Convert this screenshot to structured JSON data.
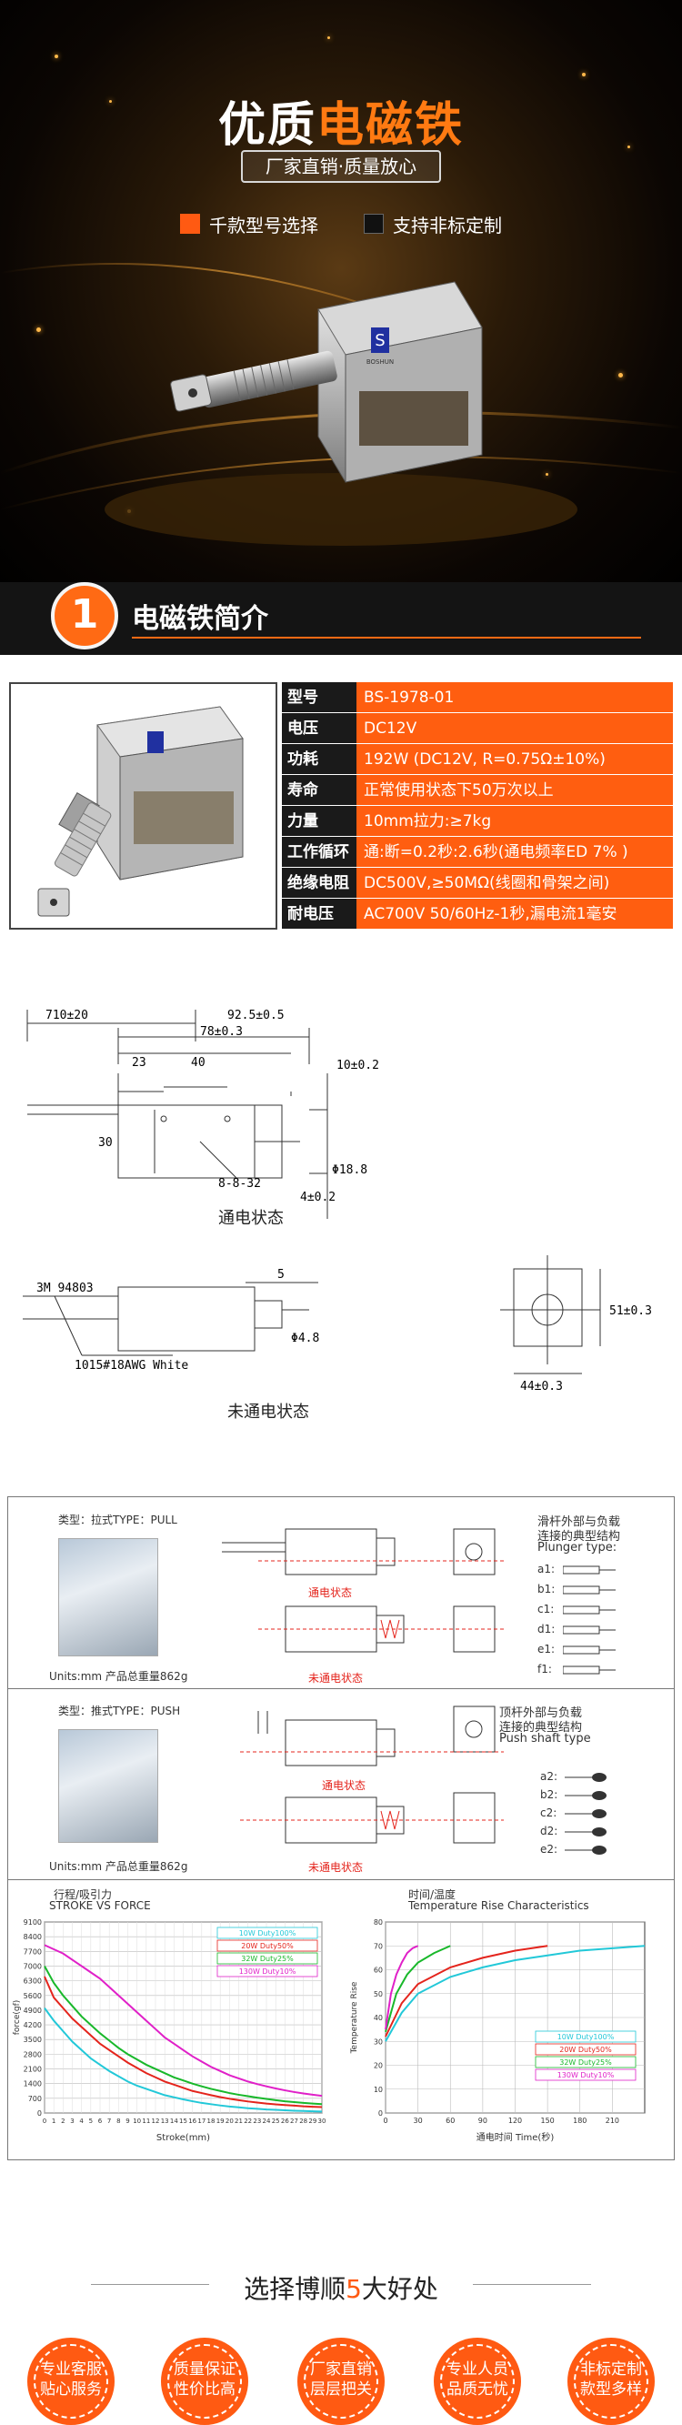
{
  "hero": {
    "title_white": "优质",
    "title_orange": "电磁铁",
    "subtitle": "厂家直销·质量放心",
    "feature_1": "千款型号选择",
    "feature_2": "支持非标定制",
    "brand_mark": "BOSHUN",
    "colors": {
      "accent": "#ff5e10",
      "dark": "#141414"
    }
  },
  "intro": {
    "number": "1",
    "title": "电磁铁简介"
  },
  "specs": [
    {
      "key": "型号",
      "value": "BS-1978-01"
    },
    {
      "key": "电压",
      "value": "DC12V"
    },
    {
      "key": "功耗",
      "value": "192W (DC12V, R=0.75Ω±10%)"
    },
    {
      "key": "寿命",
      "value": "正常使用状态下50万次以上"
    },
    {
      "key": "力量",
      "value": "10mm拉力:≥7kg"
    },
    {
      "key": "工作循环",
      "value": "通:断=0.2秒:2.6秒(通电频率ED 7% )"
    },
    {
      "key": "绝缘电阻",
      "value": "DC500V,≥50MΩ(线圈和骨架之间)"
    },
    {
      "key": "耐电压",
      "value": "AC700V 50/60Hz-1秒,漏电流1毫安"
    }
  ],
  "drawing": {
    "dim_710": "710±20",
    "dim_925": "92.5±0.5",
    "dim_78": "78±0.3",
    "dim_23": "23",
    "dim_40": "40",
    "dim_10": "10±0.2",
    "dim_30": "30",
    "dim_m8": "8-8-32",
    "dim_4": "4±0.2",
    "dim_188": "Φ18.8",
    "caption_on": "通电状态",
    "label_3m": "3M 94803",
    "dim_5": "5",
    "dim_48": "Φ4.8",
    "dim_51": "51±0.3",
    "dim_44": "44±0.3",
    "wire_label": "1015#18AWG White",
    "caption_off": "未通电状态"
  },
  "sheet": {
    "pull_type": "类型：拉式TYPE：PULL",
    "push_type": "类型：推式TYPE：PUSH",
    "units_1": "Units:mm  产品总重量862g",
    "units_2": "Units:mm  产品总重量862g",
    "on_state_1": "通电状态",
    "off_state_1": "未通电状态",
    "on_state_2": "通电状态",
    "off_state_2": "未通电状态",
    "plunger_title_cn": "滑杆外部与负载",
    "plunger_title_cn2": "连接的典型结构",
    "plunger_title_en": "Plunger type:",
    "plunger_types": [
      "a1:",
      "b1:",
      "c1:",
      "d1:",
      "e1:",
      "f1:"
    ],
    "push_title_cn": "顶杆外部与负载",
    "push_title_cn2": "连接的典型结构",
    "push_title_en": "Push shaft type",
    "push_types": [
      "a2:",
      "b2:",
      "c2:",
      "d2:",
      "e2:"
    ],
    "force_title_cn": "行程/吸引力",
    "force_title_en": "STROKE VS FORCE",
    "force_ylabel": "force(gf)",
    "force_xlabel": "Stroke(mm)",
    "temp_title_cn": "时间/温度",
    "temp_title_en": "Temperature Rise Characteristics",
    "temp_ylabel": "Temperature Rise",
    "temp_xlabel": "通电时间  Time(秒)",
    "legend": [
      "10W Duty100%",
      "20W Duty50%",
      "32W Duty25%",
      "130W Duty10%"
    ]
  },
  "chart_data": [
    {
      "type": "line",
      "title": "STROKE VS FORCE",
      "xlabel": "Stroke(mm)",
      "ylabel": "force(gf)",
      "x": [
        0,
        1,
        2,
        3,
        4,
        5,
        6,
        7,
        8,
        9,
        10,
        11,
        12,
        13,
        14,
        15,
        16,
        17,
        18,
        19,
        20,
        21,
        22,
        23,
        24,
        25,
        26,
        27,
        28,
        29,
        30
      ],
      "y_ticks": [
        9100,
        8400,
        7700,
        7000,
        6300,
        5600,
        4900,
        4200,
        3500,
        2800,
        2100,
        1400,
        700,
        0
      ],
      "ylim": [
        0,
        9100
      ],
      "xlim": [
        0,
        30
      ],
      "grid": true,
      "series": [
        {
          "name": "10W Duty100%",
          "color": "#22c8d8",
          "values": [
            5000,
            4400,
            3900,
            3400,
            3000,
            2600,
            2300,
            2000,
            1750,
            1500,
            1300,
            1150,
            1000,
            850,
            750,
            650,
            560,
            480,
            420,
            360,
            310,
            270,
            230,
            200,
            170,
            150,
            130,
            110,
            95,
            80,
            70
          ]
        },
        {
          "name": "20W Duty50%",
          "color": "#e4241c",
          "values": [
            6500,
            5500,
            5000,
            4500,
            4100,
            3700,
            3300,
            3000,
            2700,
            2400,
            2150,
            1900,
            1700,
            1500,
            1350,
            1200,
            1050,
            950,
            850,
            760,
            680,
            610,
            550,
            500,
            450,
            410,
            380,
            350,
            320,
            300,
            280
          ]
        },
        {
          "name": "32W Duty25%",
          "color": "#18b82a",
          "values": [
            7000,
            6200,
            5600,
            5100,
            4600,
            4200,
            3800,
            3450,
            3100,
            2800,
            2550,
            2300,
            2100,
            1900,
            1700,
            1550,
            1400,
            1270,
            1150,
            1050,
            950,
            870,
            800,
            730,
            670,
            610,
            560,
            520,
            480,
            450,
            420
          ]
        },
        {
          "name": "130W Duty10%",
          "color": "#e020c8",
          "values": [
            8000,
            7800,
            7600,
            7300,
            7000,
            6700,
            6400,
            6000,
            5600,
            5200,
            4800,
            4400,
            4000,
            3600,
            3300,
            3000,
            2700,
            2450,
            2200,
            2000,
            1800,
            1650,
            1500,
            1380,
            1270,
            1170,
            1080,
            1000,
            930,
            870,
            820
          ]
        }
      ]
    },
    {
      "type": "line",
      "title": "Temperature Rise Characteristics",
      "xlabel": "通电时间  Time(秒)",
      "ylabel": "Temperature Rise",
      "x_ticks": [
        0,
        30,
        60,
        90,
        120,
        150,
        180,
        210
      ],
      "y_ticks": [
        80,
        70,
        60,
        50,
        40,
        30,
        20,
        10,
        0
      ],
      "xlim": [
        0,
        240
      ],
      "ylim": [
        0,
        80
      ],
      "grid": true,
      "series": [
        {
          "name": "10W Duty100%",
          "color": "#22c8d8",
          "x": [
            0,
            15,
            30,
            60,
            90,
            120,
            150,
            180,
            210,
            240
          ],
          "values": [
            30,
            42,
            50,
            57,
            61,
            64,
            66,
            68,
            69,
            70
          ]
        },
        {
          "name": "20W Duty50%",
          "color": "#e4241c",
          "x": [
            0,
            15,
            30,
            60,
            90,
            120,
            150
          ],
          "values": [
            32,
            46,
            54,
            61,
            65,
            68,
            70
          ]
        },
        {
          "name": "32W Duty25%",
          "color": "#18b82a",
          "x": [
            0,
            10,
            20,
            30,
            45,
            60
          ],
          "values": [
            34,
            50,
            58,
            63,
            67,
            70
          ]
        },
        {
          "name": "130W Duty10%",
          "color": "#e020c8",
          "x": [
            0,
            5,
            10,
            15,
            20,
            25,
            30
          ],
          "values": [
            35,
            50,
            58,
            63,
            67,
            69,
            70
          ]
        }
      ]
    }
  ],
  "bottom": {
    "choose_a": "选择博顺",
    "choose_num": "5",
    "choose_b": "大好处",
    "items": [
      {
        "l1": "专业客服",
        "l2": "贴心服务"
      },
      {
        "l1": "质量保证",
        "l2": "性价比高"
      },
      {
        "l1": "厂家直销",
        "l2": "层层把关"
      },
      {
        "l1": "专业人员",
        "l2": "品质无忧"
      },
      {
        "l1": "非标定制",
        "l2": "款型多样"
      }
    ]
  }
}
